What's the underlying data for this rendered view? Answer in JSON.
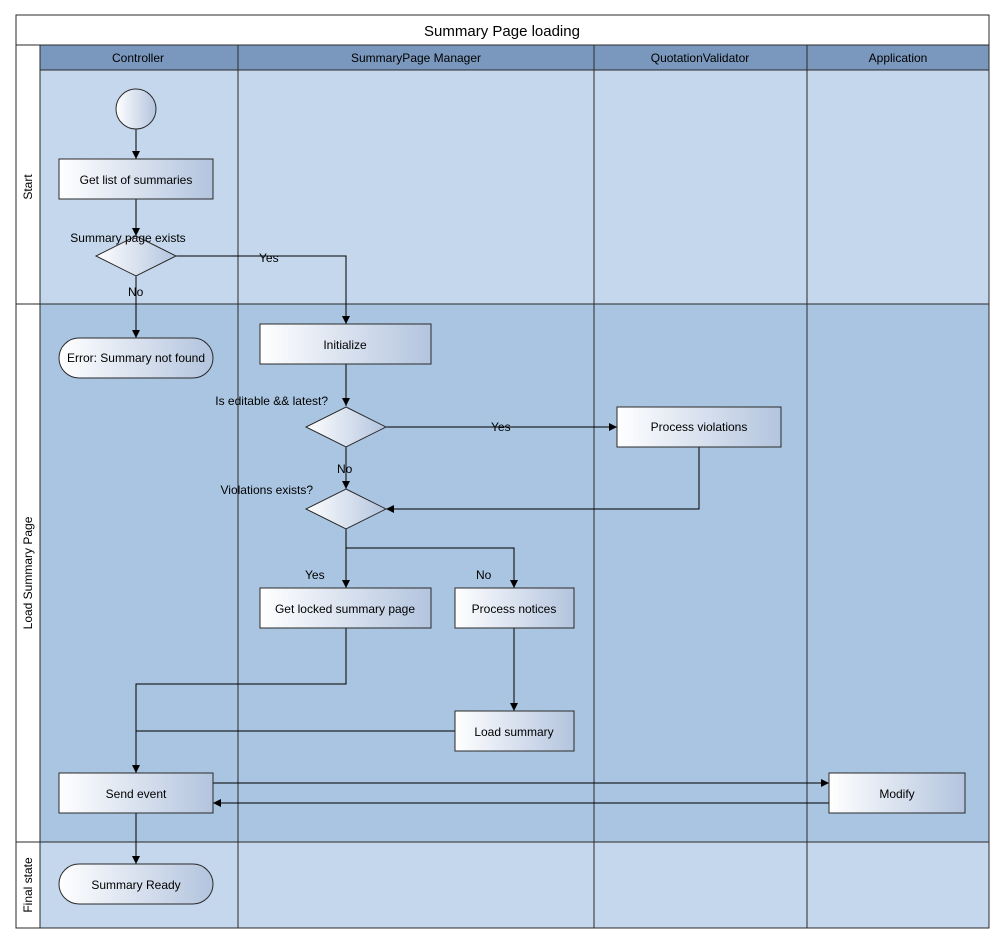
{
  "diagram": {
    "title": "Summary Page loading",
    "lanes": [
      "Controller",
      "SummaryPage Manager",
      "QuotationValidator",
      "Application"
    ],
    "phases": [
      "Start",
      "Load Summary Page",
      "Final state"
    ],
    "nodes": {
      "get_list": "Get list of summaries",
      "summary_exists": "Summary page exists",
      "error": "Error: Summary not found",
      "initialize": "Initialize",
      "editable_latest": "Is editable && latest?",
      "process_violations": "Process violations",
      "violations_exist": "Violations exists?",
      "get_locked": "Get locked summary page",
      "process_notices": "Process notices",
      "load_summary": "Load summary",
      "send_event": "Send event",
      "modify": "Modify",
      "summary_ready": "Summary Ready"
    },
    "edge_labels": {
      "exists_yes": "Yes",
      "exists_no": "No",
      "editable_yes": "Yes",
      "editable_no": "No",
      "violations_yes": "Yes",
      "violations_no": "No"
    },
    "colors": {
      "header_bg": "#7a98bd",
      "title_bg": "#ffffff",
      "start_band": "#c5d7ec",
      "load_band": "#a9c5e1",
      "final_band": "#c5d7ec",
      "node_fill_start": "#ffffff",
      "node_fill_end": "#b3c4de"
    }
  }
}
